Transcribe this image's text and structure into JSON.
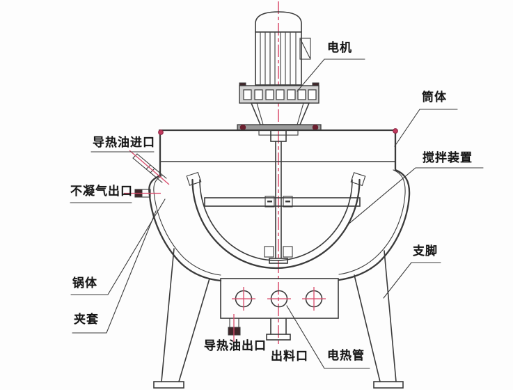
{
  "diagram": {
    "type": "technical-line-drawing",
    "subject": "jacketed-cooking-kettle-with-agitator"
  },
  "labels": {
    "motor": "电机",
    "cylinder_body": "筒体",
    "stirring_device": "搅拌装置",
    "support_leg": "支脚",
    "thermal_oil_inlet": "导热油进口",
    "gas_outlet": "不凝气出口",
    "pot_body": "锅体",
    "jacket": "夹套",
    "thermal_oil_outlet": "导热油出口",
    "discharge_port": "出料口",
    "heating_tube": "电热管"
  },
  "colors": {
    "centerline": "#d94a6a",
    "line": "#3a3a3a",
    "bolt": "#6b1f2f",
    "dark_band": "#40262a",
    "plate": "#9a9a9a",
    "flange": "#d4d4d4",
    "background": "#fdfdfd",
    "ink": "#161616"
  }
}
